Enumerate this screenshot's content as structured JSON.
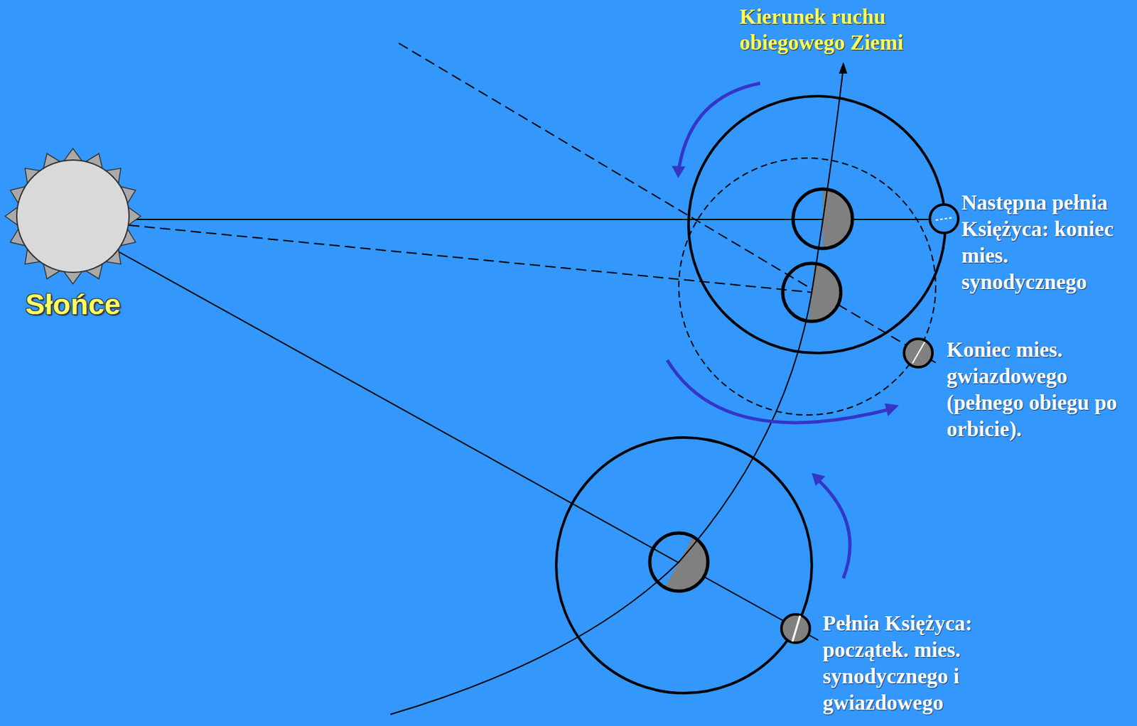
{
  "diagram": {
    "nodes": [
      {
        "text": [
          "Słońce"
        ]
      }
    ],
    "labels": [
      "Kierunek ruchu obiegowego Ziemi",
      "Następna pełnia Księżyca: koniec mies. synodycznego",
      "Koniec mies. gwiazdowego (pełnego obiegu po orbicie).",
      "Pełnia Księżyca: początek. mies. synodycznego i gwiazdowego"
    ]
  }
}
